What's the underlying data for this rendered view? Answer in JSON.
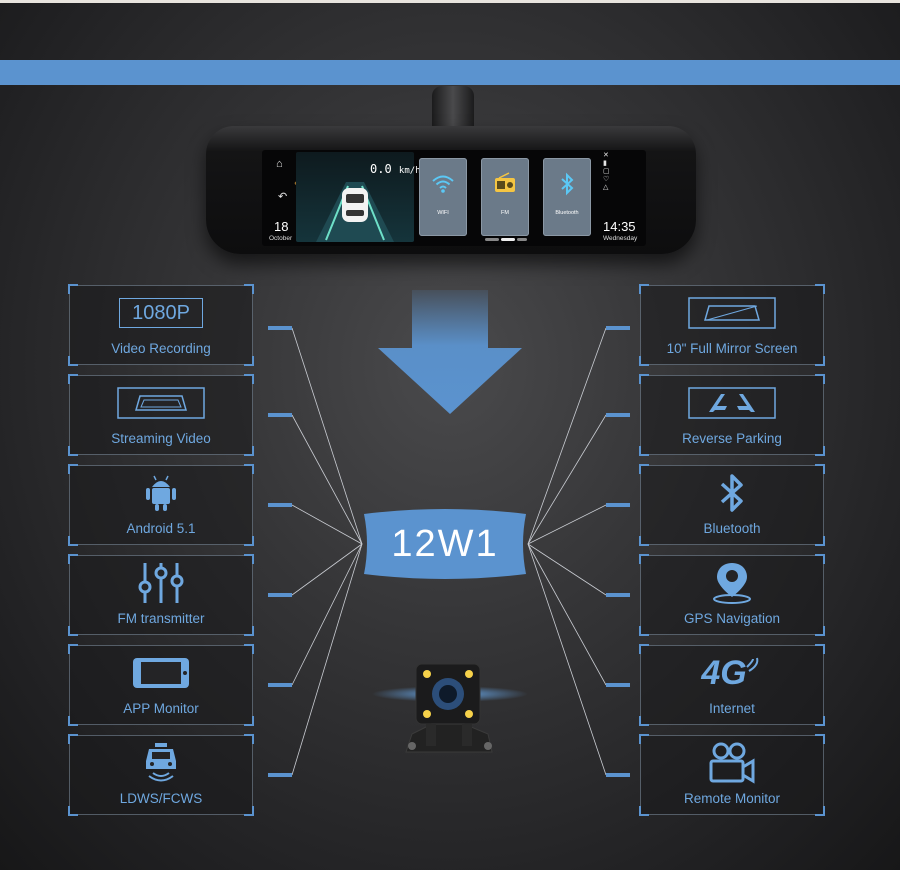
{
  "mirror": {
    "speed": "0.0",
    "speed_unit": "km/h",
    "date_day": "18",
    "date_month": "October",
    "time": "14:35",
    "weekday": "Wednesday",
    "apps": [
      "WIFI",
      "FM",
      "Bluetooth"
    ]
  },
  "center_label": "12W1",
  "left_features": [
    {
      "label": "Video Recording",
      "badge": "1080P",
      "icon": "1080p-badge-icon"
    },
    {
      "label": "Streaming Video",
      "icon": "streaming-mirror-icon"
    },
    {
      "label": "Android 5.1",
      "icon": "android-icon"
    },
    {
      "label": "FM transmitter",
      "icon": "equalizer-sliders-icon"
    },
    {
      "label": "APP Monitor",
      "icon": "smartphone-icon"
    },
    {
      "label": "LDWS/FCWS",
      "icon": "car-warning-icon"
    }
  ],
  "right_features": [
    {
      "label": "10\" Full Mirror Screen",
      "icon": "full-mirror-screen-icon"
    },
    {
      "label": "Reverse Parking",
      "icon": "reverse-parking-icon"
    },
    {
      "label": "Bluetooth",
      "icon": "bluetooth-icon"
    },
    {
      "label": "GPS Navigation",
      "icon": "gps-pin-icon"
    },
    {
      "label": "Internet",
      "icon": "4g-icon",
      "badge": "4G"
    },
    {
      "label": "Remote Monitor",
      "icon": "video-camera-icon"
    }
  ],
  "colors": {
    "accent": "#5b93cf",
    "label_blue": "#6fa8e0",
    "background": "#2a2a2c"
  }
}
